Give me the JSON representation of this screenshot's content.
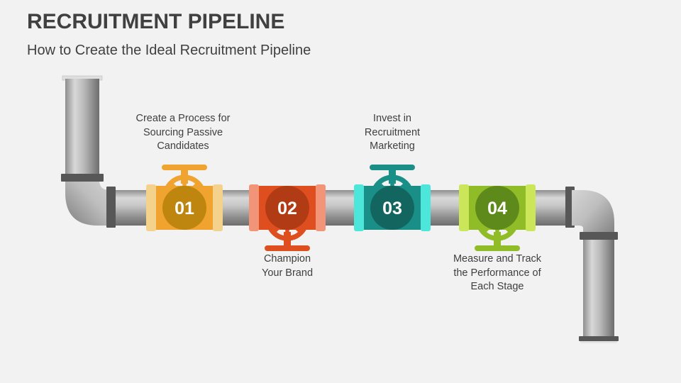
{
  "slide": {
    "title": "RECRUITMENT PIPELINE",
    "subtitle": "How to Create the Ideal Recruitment Pipeline",
    "background_color": "#F2F2F3",
    "text_color": "#3F3F3F"
  },
  "pipeline": {
    "pipe": {
      "collar_color": "#575757",
      "metal_light": "#D8D8D8",
      "metal_dark": "#6D6D6D"
    },
    "stages": [
      {
        "number": "01",
        "label": "Create a Process for\nSourcing Passive\nCandidates",
        "label_position": "above",
        "valve_orientation": "handle-up",
        "colors": {
          "body": "#F0A32F",
          "flange": "#F5D28C",
          "circle": "#BE860E"
        }
      },
      {
        "number": "02",
        "label": "Champion\nYour Brand",
        "label_position": "below",
        "valve_orientation": "handle-down",
        "colors": {
          "body": "#DE4E1E",
          "flange": "#F29478",
          "circle": "#B03B14"
        }
      },
      {
        "number": "03",
        "label": "Invest in\nRecruitment\nMarketing",
        "label_position": "above",
        "valve_orientation": "handle-up",
        "colors": {
          "body": "#1A8F88",
          "flange": "#4DE6DB",
          "circle": "#136660"
        }
      },
      {
        "number": "04",
        "label": "Measure and Track\nthe Performance of\nEach Stage",
        "label_position": "below",
        "valve_orientation": "handle-down",
        "colors": {
          "body": "#90BC27",
          "flange": "#CBE659",
          "circle": "#5E8A1C"
        }
      }
    ]
  }
}
